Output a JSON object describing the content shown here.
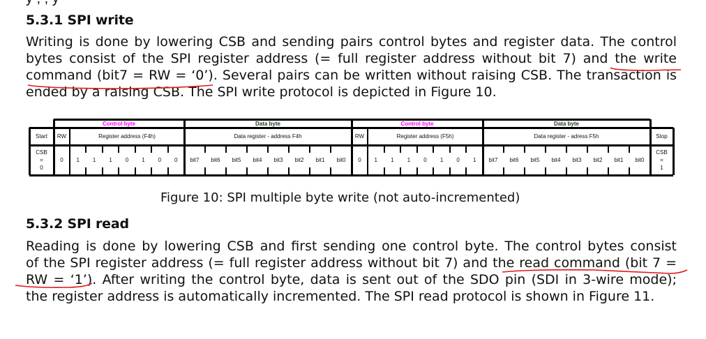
{
  "previous_line_fragment": "y                               ,                              ,   y",
  "section_write": {
    "heading": "5.3.1 SPI write",
    "lines": [
      "Writing is done by lowering CSB and sending pairs control bytes and register data. The control",
      "bytes consist of the SPI register address (= full register address without bit 7) and the write",
      "command (bit7 = RW = ‘0’). Several pairs can be written without raising CSB. The transaction is",
      "ended by a raising CSB. The SPI write protocol is depicted in Figure 10."
    ]
  },
  "figure": {
    "caption": "Figure 10: SPI multiple byte write (not auto-incremented)",
    "start_label": "Start",
    "start_value": [
      "CSB",
      "=",
      "0"
    ],
    "stop_label": "Stop",
    "stop_value": [
      "CSB",
      "=",
      "1"
    ],
    "groups": [
      {
        "header": "Control byte",
        "rw_label": "RW",
        "rw_value": "0",
        "address_label": "Register address (F4h)",
        "address_bits": [
          "1",
          "1",
          "1",
          "0",
          "1",
          "0",
          "0"
        ]
      },
      {
        "header": "Data byte",
        "address_label": "Data register - address F4h",
        "bits": [
          "bit7",
          "bit6",
          "bit5",
          "bit4",
          "bit3",
          "bit2",
          "bit1",
          "bit0"
        ]
      },
      {
        "header": "Control byte",
        "rw_label": "RW",
        "rw_value": "0",
        "address_label": "Register address (F5h)",
        "address_bits": [
          "1",
          "1",
          "1",
          "0",
          "1",
          "0",
          "1"
        ]
      },
      {
        "header": "Data byte",
        "address_label": "Data register - adress F5h",
        "bits": [
          "bit7",
          "bit6",
          "bit5",
          "bit4",
          "bit3",
          "bit2",
          "bit1",
          "bit0"
        ]
      }
    ],
    "colors": {
      "control_header": "#ff00ff",
      "data_header": "#1a3a1a",
      "border": "#000000"
    }
  },
  "section_read": {
    "heading": "5.3.2 SPI read",
    "lines": [
      "Reading is done by lowering CSB and first sending one control byte. The control bytes consist",
      "of the SPI register address (= full register address without bit 7) and the read command (bit 7 =",
      "RW = ‘1’). After writing the control byte, data is sent out of the SDO pin (SDI in 3-wire mode);",
      "the register address is automatically incremented. The SPI read protocol is shown in Figure 11."
    ]
  },
  "annotations": {
    "underline_color": "#e0161b"
  }
}
